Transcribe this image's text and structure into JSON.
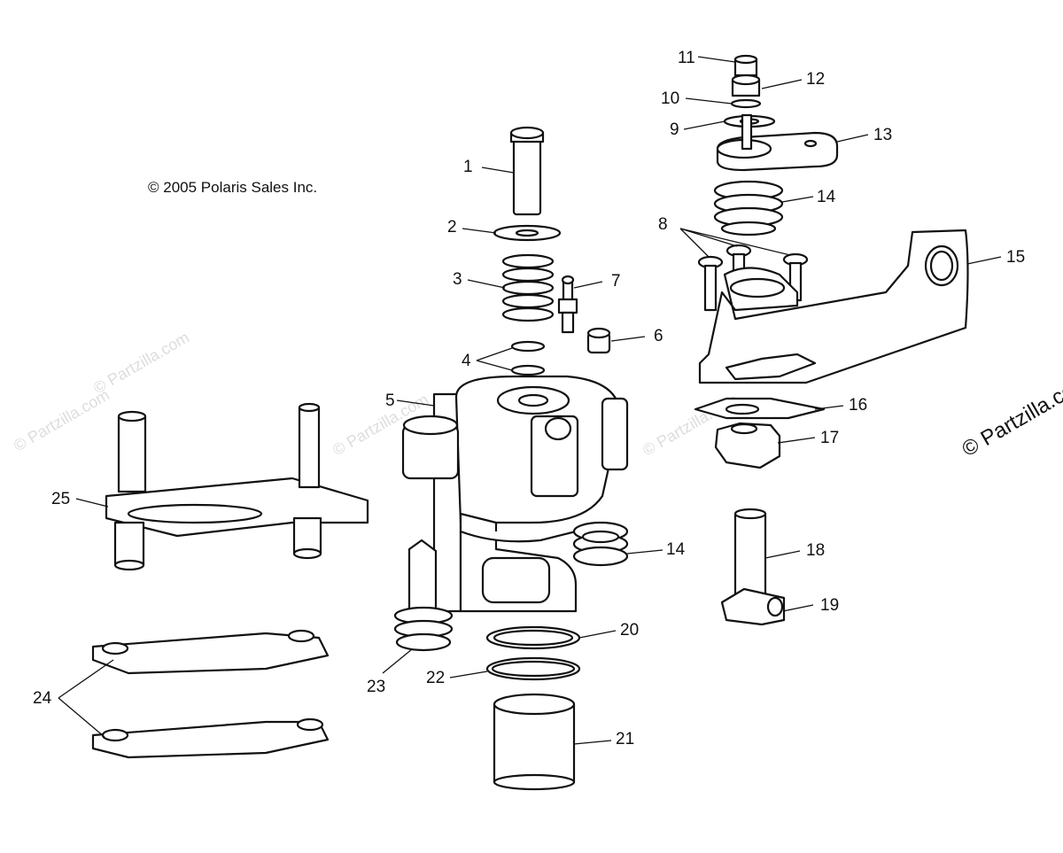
{
  "copyright": "© 2005 Polaris Sales Inc.",
  "watermark": "© Partzilla.com",
  "callouts": [
    "1",
    "2",
    "3",
    "4",
    "5",
    "6",
    "7",
    "8",
    "9",
    "10",
    "11",
    "12",
    "13",
    "14",
    "14",
    "15",
    "16",
    "17",
    "18",
    "19",
    "20",
    "21",
    "22",
    "23",
    "24",
    "25"
  ],
  "colors": {
    "line": "#111111",
    "background": "#ffffff",
    "watermark": "#cfcfcf"
  }
}
